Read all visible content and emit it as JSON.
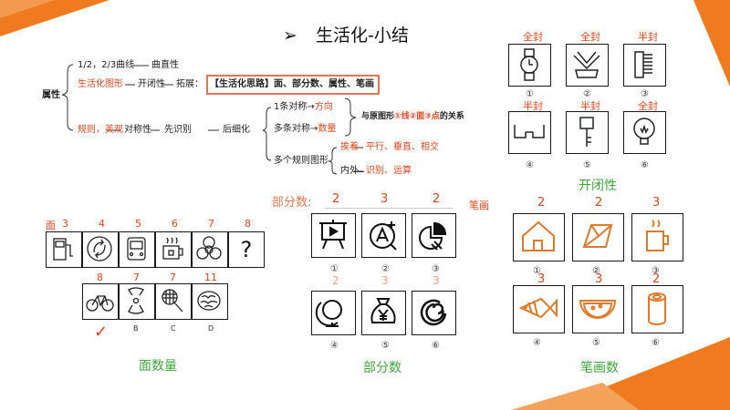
{
  "slide": {
    "title_arrow": "➢",
    "title": "生活化-小结",
    "theme_colors": {
      "accent_orange": "#f07a1f",
      "highlight_red": "#e0461f",
      "caption_green": "#3fa43a"
    }
  },
  "mindmap": {
    "root": "属性",
    "b1_a": "1/2，2/3曲线",
    "b1_b": "曲直性",
    "b2_a": "生活化图形",
    "b2_b": "开闭性",
    "b2_c": "拓展：",
    "b2_box": "【生活化思路】面、部分数、属性、笔画",
    "b3_a": "规则，美观",
    "b3_b": "对称性",
    "b3_c": "先识别",
    "b3_d": "后细化",
    "s1_a": "1条对称",
    "s1_b": "方向",
    "s2_a": "多条对称",
    "s2_b": "数量",
    "rel_pre": "与原图形",
    "rel_hl": "①线②面③点",
    "rel_post": "的关系",
    "m_title": "多个规则图形",
    "m1_a": "挨着",
    "m1_b": "平行、垂直、相交",
    "m2_a": "内外",
    "m2_b": "识别、运算"
  },
  "openness": {
    "labels": [
      "全封",
      "全封",
      "半封",
      "半封",
      "半封",
      "全封"
    ],
    "numbers": [
      "①",
      "②",
      "③",
      "④",
      "⑤",
      "⑥"
    ],
    "caption": "开闭性"
  },
  "faces": {
    "top_prefix": "面",
    "top_counts": [
      "3",
      "4",
      "5",
      "6",
      "7",
      "8"
    ],
    "question": "?",
    "bottom_counts": [
      "8",
      "7",
      "7",
      "11"
    ],
    "options": [
      "B",
      "C",
      "D"
    ],
    "answer_mark": "✓",
    "caption": "面数量"
  },
  "parts": {
    "header": "部分数:",
    "counts_top": [
      "2",
      "3",
      "2"
    ],
    "counts_bottom": [
      "2",
      "3",
      "3"
    ],
    "numbers": [
      "①",
      "②",
      "③",
      "④",
      "⑤",
      "⑥"
    ],
    "caption": "部分数"
  },
  "strokes": {
    "header": "笔画",
    "counts_top": [
      "2",
      "2",
      "3"
    ],
    "counts_bottom": [
      "3",
      "3",
      "2"
    ],
    "numbers": [
      "①",
      "②",
      "③",
      "④",
      "⑤",
      "⑥"
    ],
    "caption": "笔画数"
  }
}
